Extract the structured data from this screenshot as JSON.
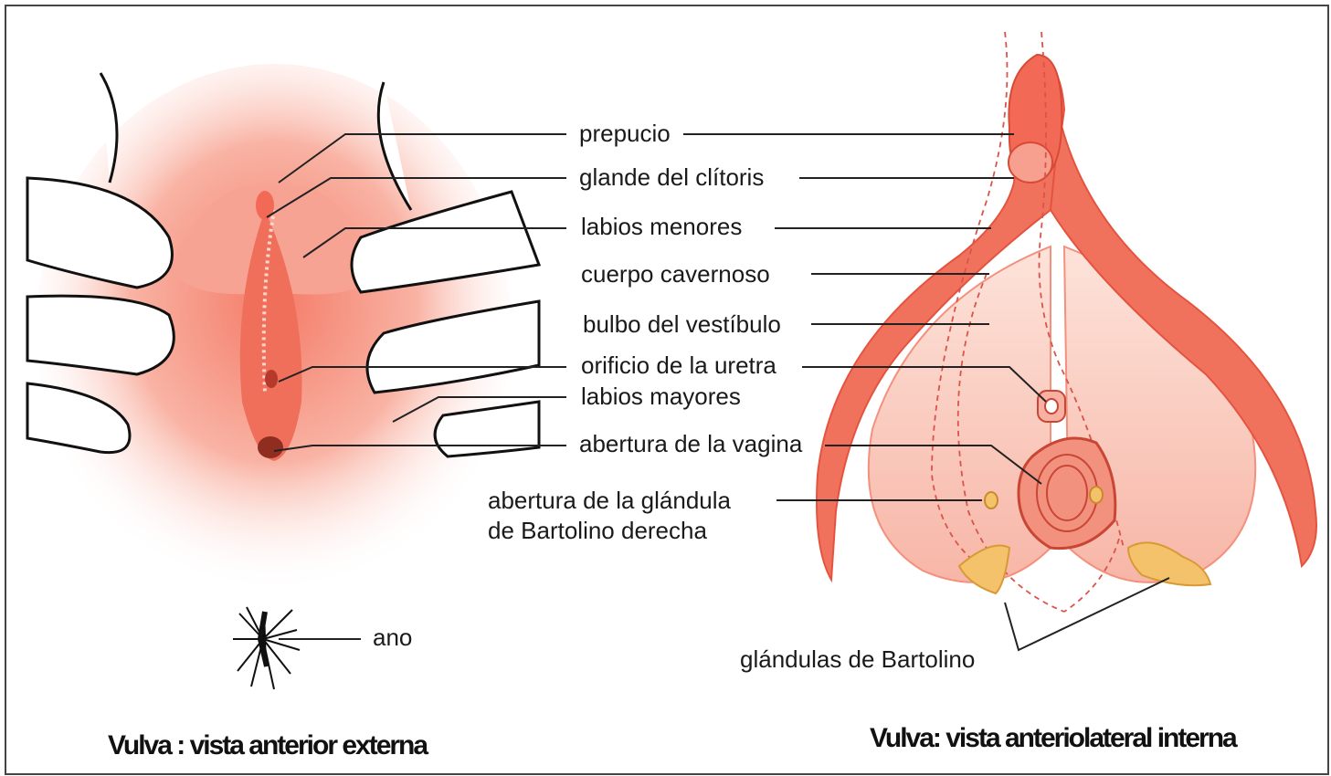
{
  "labels": {
    "prepucio": "prepucio",
    "glande": "glande del clítoris",
    "labios_menores": "labios menores",
    "cuerpo_cavernoso": "cuerpo cavernoso",
    "bulbo": "bulbo del vestíbulo",
    "uretra": "orificio de la uretra",
    "labios_mayores": "labios mayores",
    "vagina": "abertura de la vagina",
    "bartolino_line1": "abertura de la glándula",
    "bartolino_line2": "de Bartolino derecha",
    "ano": "ano",
    "glandulas": "glándulas de Bartolino"
  },
  "captions": {
    "left": "Vulva : vista anterior externa",
    "right": "Vulva: vista anteriolateral interna"
  },
  "colors": {
    "tissue": "#f58a7a",
    "tissue_light": "#fbd3c8",
    "tissue_dark": "#e5533f",
    "gland": "#f4c26b",
    "leader": "#222222"
  }
}
